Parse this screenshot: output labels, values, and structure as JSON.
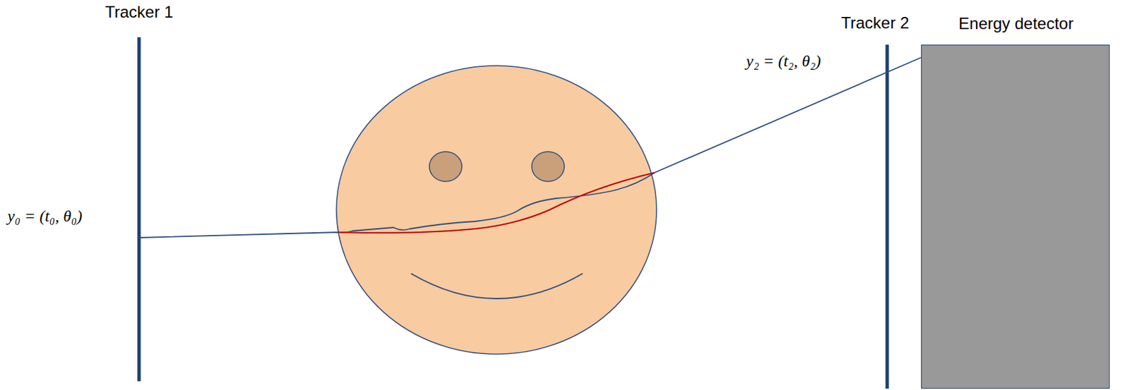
{
  "diagram": {
    "nodes": [
      {
        "text": [
          "Energy detector"
        ]
      }
    ],
    "labels": [
      "Tracker 1",
      "Tracker 2",
      "y₀ = (t₀, θ₀)",
      "y₂ = (t₂, θ₂)"
    ]
  }
}
